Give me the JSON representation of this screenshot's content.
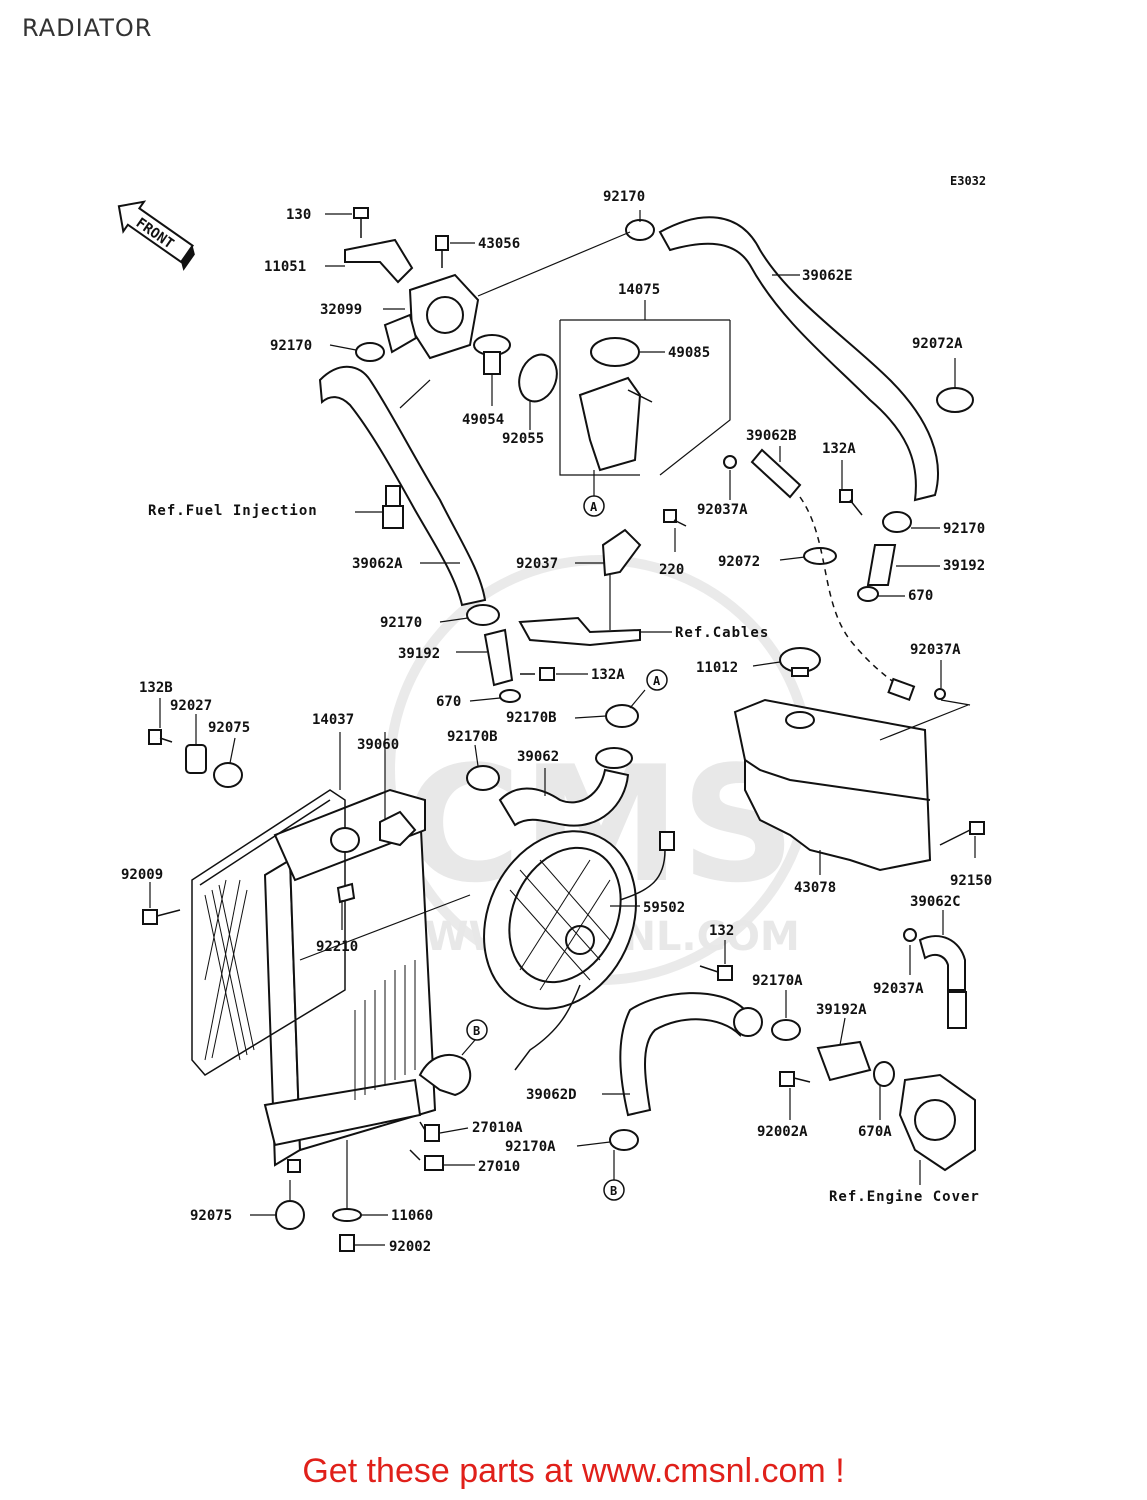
{
  "page": {
    "title": "RADIATOR",
    "diagram_code": "E3032",
    "front_label": "FRONT",
    "footer_link": "Get these parts at www.cmsnl.com !",
    "watermark": "CMS WWW.CMSNL.COM"
  },
  "callouts": {
    "A": "A",
    "B": "B"
  },
  "references": {
    "fuel_injection": "Ref.Fuel Injection",
    "cables": "Ref.Cables",
    "engine_cover": "Ref.Engine Cover"
  },
  "parts": {
    "p130": "130",
    "p11051": "11051",
    "p43056": "43056",
    "p32099": "32099",
    "p92170_a": "92170",
    "p92170_top": "92170",
    "p39062E": "39062E",
    "p14075": "14075",
    "p49085": "49085",
    "p92072A": "92072A",
    "p49054": "49054",
    "p92055": "92055",
    "p39062B": "39062B",
    "p132A_top": "132A",
    "p92037A_top": "92037A",
    "p92170_right": "92170",
    "p39192_right": "39192",
    "p670_right": "670",
    "p220": "220",
    "p92072": "92072",
    "p39062A": "39062A",
    "p92037": "92037",
    "p92170_mid": "92170",
    "p39192_mid": "39192",
    "p132A_mid": "132A",
    "p670_mid": "670",
    "p92170B_mid": "92170B",
    "p92037A_mid": "92037A",
    "p11012": "11012",
    "p132B": "132B",
    "p92027": "92027",
    "p92075_top": "92075",
    "p14037": "14037",
    "p39060": "39060",
    "p92170B_left": "92170B",
    "p39062": "39062",
    "p92009": "92009",
    "p92210": "92210",
    "p59502": "59502",
    "p43078": "43078",
    "p92150": "92150",
    "p39062C": "39062C",
    "p132": "132",
    "p92170A_right": "92170A",
    "p92037A_low": "92037A",
    "p39192A": "39192A",
    "p39062D": "39062D",
    "p92002A": "92002A",
    "p670A": "670A",
    "p27010A": "27010A",
    "p92170A_low": "92170A",
    "p27010": "27010",
    "p92075_bottom": "92075",
    "p11060": "11060",
    "p92002": "92002"
  }
}
